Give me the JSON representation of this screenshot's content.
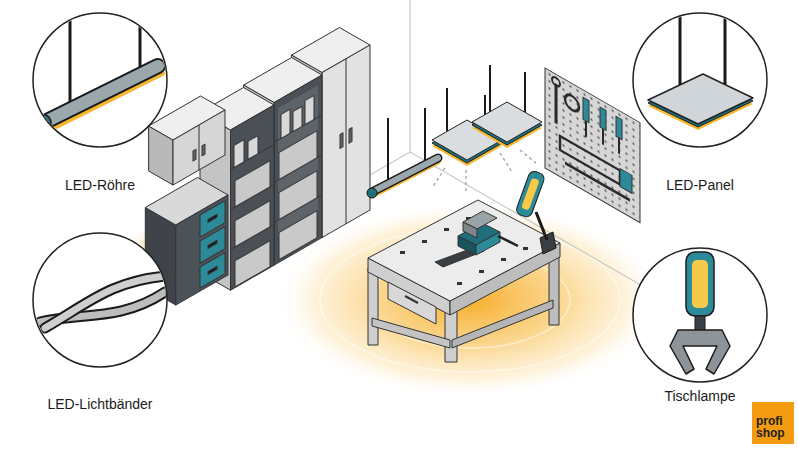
{
  "diagram": {
    "nodes": [
      {
        "text": [
          "profi shop"
        ]
      }
    ],
    "labels": [
      "LED-Röhre",
      "LED-Panel",
      "LED-Lichtbänder",
      "Tischlampe"
    ]
  }
}
